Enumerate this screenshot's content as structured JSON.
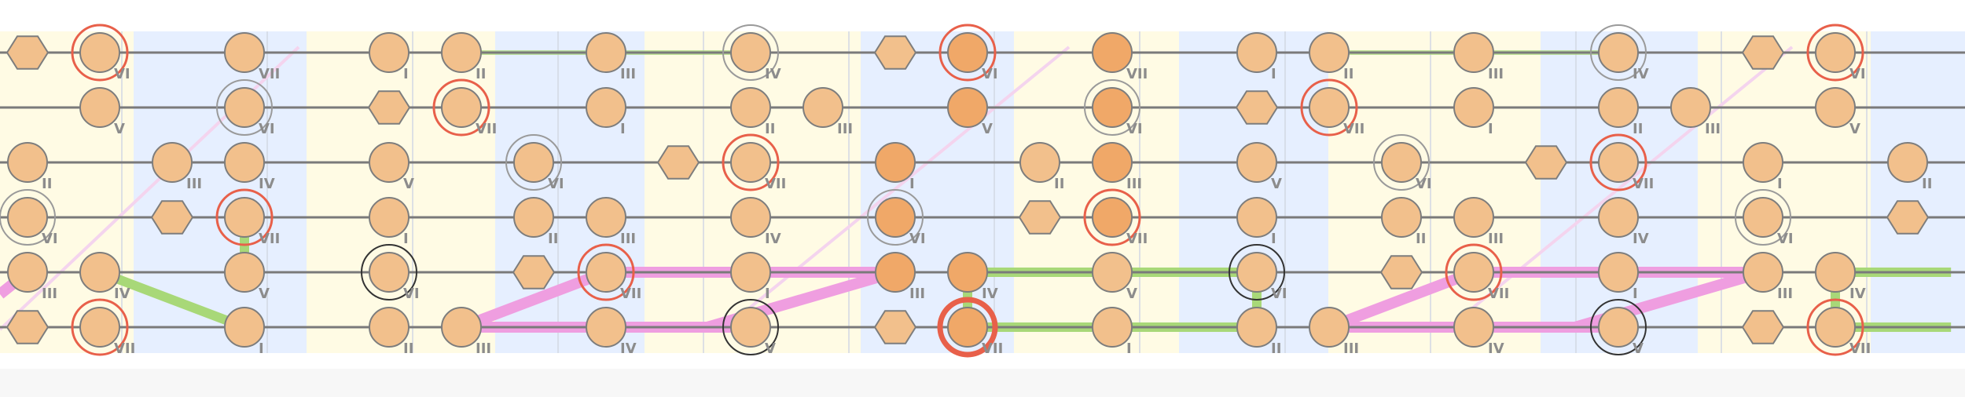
{
  "diagram": {
    "type": "fretboard-scale-diagram",
    "strings": 6,
    "note_fill": "#f2c08c",
    "note_stroke": "#7d7d7d",
    "string_color": "#7a7a7a",
    "hl_green": "#a8d878",
    "hl_pink": "#ef9ee0",
    "ring_red": "#e8604a",
    "ring_gray": "#9a9a9a",
    "ring_black": "#333333",
    "zone_blue": "#e6efff",
    "zone_yellow": "#fffbe4",
    "degree_labels": [
      "I",
      "II",
      "III",
      "IV",
      "V",
      "VI",
      "VII"
    ],
    "rows": [
      [
        {
          "p": 0,
          "s": "hex"
        },
        {
          "p": 1,
          "d": 5,
          "r": "red"
        },
        {
          "p": 3,
          "d": 6
        },
        {
          "p": 5,
          "d": 0
        },
        {
          "p": 6,
          "d": 1
        },
        {
          "p": 8,
          "d": 2
        },
        {
          "p": 10,
          "d": 3,
          "r": "gray"
        },
        {
          "p": 12,
          "s": "hex"
        },
        {
          "p": 13,
          "d": 5,
          "r": "red",
          "f": "dark"
        },
        {
          "p": 15,
          "d": 6,
          "f": "dark"
        },
        {
          "p": 17,
          "d": 0
        },
        {
          "p": 18,
          "d": 1
        },
        {
          "p": 20,
          "d": 2
        },
        {
          "p": 22,
          "d": 3,
          "r": "gray"
        },
        {
          "p": 24,
          "s": "hex"
        },
        {
          "p": 25,
          "d": 5,
          "r": "red"
        }
      ],
      [
        {
          "p": 1,
          "d": 4
        },
        {
          "p": 3,
          "d": 5,
          "r": "gray"
        },
        {
          "p": 5,
          "s": "hex"
        },
        {
          "p": 6,
          "d": 6,
          "r": "red"
        },
        {
          "p": 8,
          "d": 0
        },
        {
          "p": 10,
          "d": 1
        },
        {
          "p": 11,
          "d": 2
        },
        {
          "p": 13,
          "d": 4,
          "f": "dark"
        },
        {
          "p": 15,
          "d": 5,
          "r": "gray",
          "f": "dark"
        },
        {
          "p": 17,
          "s": "hex"
        },
        {
          "p": 18,
          "d": 6,
          "r": "red"
        },
        {
          "p": 20,
          "d": 0
        },
        {
          "p": 22,
          "d": 1
        },
        {
          "p": 23,
          "d": 2
        },
        {
          "p": 25,
          "d": 4
        }
      ],
      [
        {
          "p": 0,
          "d": 1
        },
        {
          "p": 2,
          "d": 2
        },
        {
          "p": 3,
          "d": 3
        },
        {
          "p": 5,
          "d": 4
        },
        {
          "p": 7,
          "d": 5,
          "r": "gray"
        },
        {
          "p": 9,
          "s": "hex"
        },
        {
          "p": 10,
          "d": 6,
          "r": "red"
        },
        {
          "p": 12,
          "d": 0,
          "f": "dark"
        },
        {
          "p": 14,
          "d": 1
        },
        {
          "p": 15,
          "d": 2,
          "f": "dark"
        },
        {
          "p": 17,
          "d": 4
        },
        {
          "p": 19,
          "d": 5,
          "r": "gray"
        },
        {
          "p": 21,
          "s": "hex"
        },
        {
          "p": 22,
          "d": 6,
          "r": "red"
        },
        {
          "p": 24,
          "d": 0
        },
        {
          "p": 26,
          "d": 1
        }
      ],
      [
        {
          "p": 0,
          "d": 5,
          "r": "gray"
        },
        {
          "p": 2,
          "s": "hex"
        },
        {
          "p": 3,
          "d": 6,
          "r": "red"
        },
        {
          "p": 5,
          "d": 0
        },
        {
          "p": 7,
          "d": 1
        },
        {
          "p": 8,
          "d": 2
        },
        {
          "p": 10,
          "d": 3
        },
        {
          "p": 12,
          "d": 5,
          "r": "gray",
          "f": "dark"
        },
        {
          "p": 14,
          "s": "hex"
        },
        {
          "p": 15,
          "d": 6,
          "r": "red",
          "f": "dark"
        },
        {
          "p": 17,
          "d": 0
        },
        {
          "p": 19,
          "d": 1
        },
        {
          "p": 20,
          "d": 2
        },
        {
          "p": 22,
          "d": 3
        },
        {
          "p": 24,
          "d": 5,
          "r": "gray"
        },
        {
          "p": 26,
          "s": "hex"
        }
      ],
      [
        {
          "p": 0,
          "d": 2
        },
        {
          "p": 1,
          "d": 3
        },
        {
          "p": 3,
          "d": 4
        },
        {
          "p": 5,
          "d": 5,
          "r": "black"
        },
        {
          "p": 7,
          "s": "hex"
        },
        {
          "p": 8,
          "d": 6,
          "r": "red"
        },
        {
          "p": 10,
          "d": 0
        },
        {
          "p": 12,
          "d": 2,
          "f": "dark"
        },
        {
          "p": 13,
          "d": 3,
          "f": "dark"
        },
        {
          "p": 15,
          "d": 4
        },
        {
          "p": 17,
          "d": 5,
          "r": "black"
        },
        {
          "p": 19,
          "s": "hex"
        },
        {
          "p": 20,
          "d": 6,
          "r": "red"
        },
        {
          "p": 22,
          "d": 0
        },
        {
          "p": 24,
          "d": 2
        },
        {
          "p": 25,
          "d": 3
        }
      ],
      [
        {
          "p": 0,
          "s": "hex"
        },
        {
          "p": 1,
          "d": 6,
          "r": "red"
        },
        {
          "p": 3,
          "d": 0
        },
        {
          "p": 5,
          "d": 1
        },
        {
          "p": 6,
          "d": 2
        },
        {
          "p": 8,
          "d": 3
        },
        {
          "p": 10,
          "d": 4,
          "r": "black"
        },
        {
          "p": 12,
          "s": "hex"
        },
        {
          "p": 13,
          "d": 6,
          "r": "redthick",
          "f": "dark"
        },
        {
          "p": 15,
          "d": 0
        },
        {
          "p": 17,
          "d": 1
        },
        {
          "p": 18,
          "d": 2
        },
        {
          "p": 20,
          "d": 3
        },
        {
          "p": 22,
          "d": 4,
          "r": "black"
        },
        {
          "p": 24,
          "s": "hex"
        },
        {
          "p": 25,
          "d": 6,
          "r": "red"
        }
      ]
    ]
  }
}
